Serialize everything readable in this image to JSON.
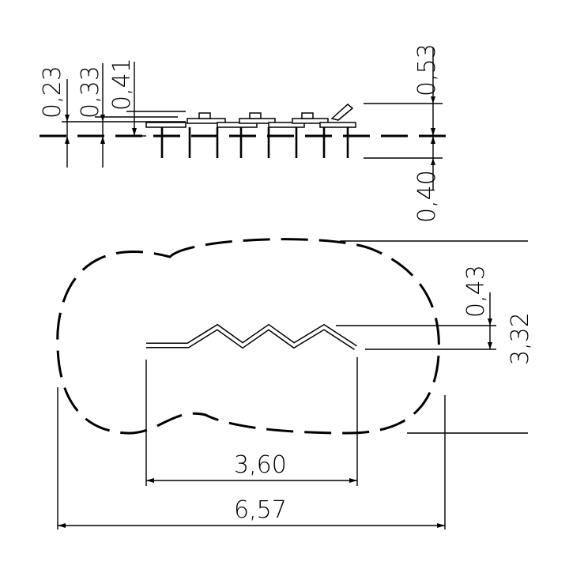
{
  "title": "Playground equipment dimension drawing (side and top view)",
  "side_view": {
    "dims": {
      "d1": "0,23",
      "d2": "0,33",
      "d3": "0,41",
      "d4": "0,53",
      "d5": "0,40"
    }
  },
  "top_view": {
    "dims": {
      "width_inner": "3,60",
      "width_total": "6,57",
      "offset": "0,43",
      "depth_total": "3,32"
    }
  }
}
